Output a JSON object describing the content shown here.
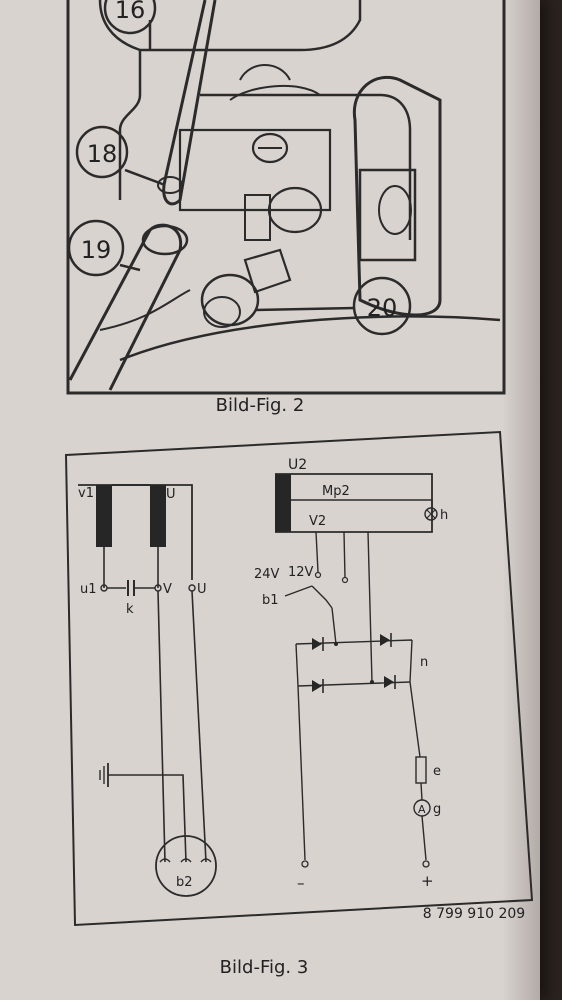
{
  "fig2": {
    "caption": "Bild-Fig. 2",
    "callouts": [
      "16",
      "18",
      "19",
      "20"
    ]
  },
  "fig3": {
    "caption": "Bild-Fig. 3",
    "part_number": "8 799 910 209",
    "labels": {
      "v1": "v1",
      "U_top": "U",
      "u1": "u1",
      "k": "k",
      "V": "V",
      "U_bottom": "U",
      "b2": "b2",
      "U2": "U2",
      "Mp2": "Mp2",
      "V2": "V2",
      "h": "h",
      "v24": "24V",
      "v12": "12V",
      "b1": "b1",
      "n": "n",
      "e": "e",
      "g": "g",
      "A": "A",
      "minus": "–",
      "plus": "+"
    }
  }
}
